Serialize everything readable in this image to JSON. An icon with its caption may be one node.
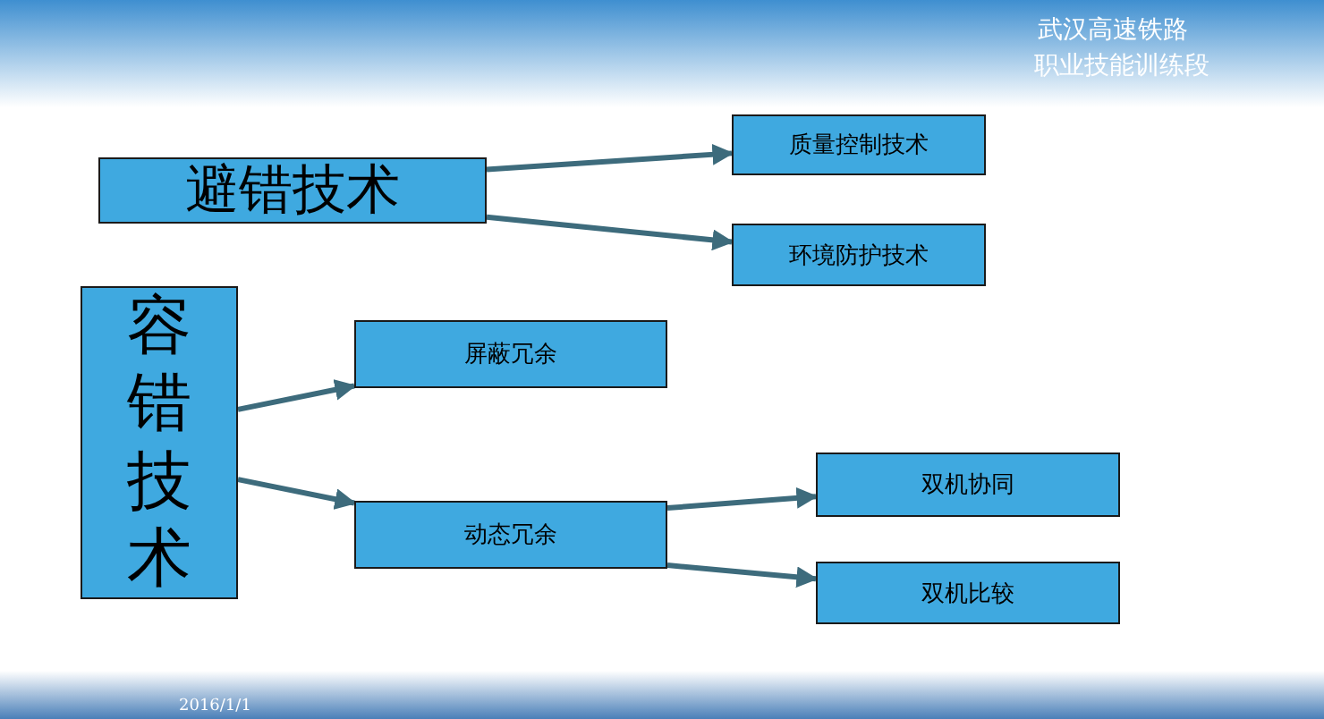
{
  "diagram": {
    "nodes": [
      {
        "text": [
          "避错技术"
        ]
      },
      {
        "text": [
          "质量控制技术"
        ]
      },
      {
        "text": [
          "环境防护技术"
        ]
      },
      {
        "text": [
          "容错技术"
        ]
      },
      {
        "text": [
          "屏蔽冗余"
        ]
      },
      {
        "text": [
          "动态冗余"
        ]
      },
      {
        "text": [
          "双机协同"
        ]
      },
      {
        "text": [
          "双机比较"
        ]
      }
    ],
    "edges": [
      {
        "from": 0,
        "to": 1,
        "arrow": "to"
      },
      {
        "from": 0,
        "to": 2,
        "arrow": "to"
      },
      {
        "from": 3,
        "to": 4,
        "arrow": "to"
      },
      {
        "from": 3,
        "to": 5,
        "arrow": "to"
      },
      {
        "from": 5,
        "to": 6,
        "arrow": "to"
      },
      {
        "from": 5,
        "to": 7,
        "arrow": "to"
      }
    ],
    "labels": [
      "武汉高速铁路",
      "职业技能训练段",
      "2016/1/1"
    ]
  }
}
